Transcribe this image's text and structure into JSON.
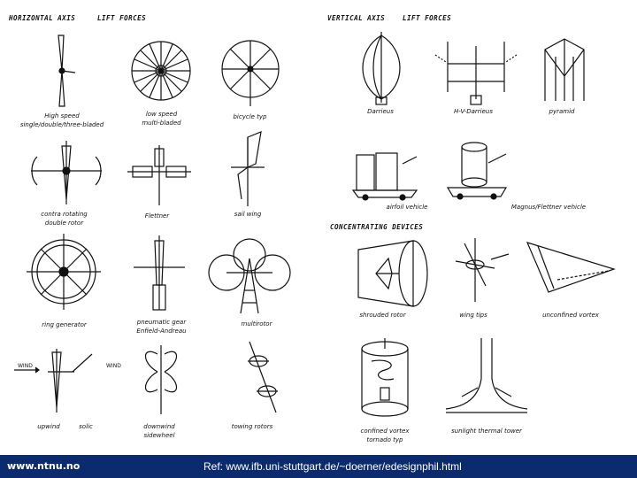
{
  "headers": {
    "horizontal_axis": "HORIZONTAL AXIS",
    "lift_forces_left": "LIFT FORCES",
    "vertical_axis": "VERTICAL AXIS",
    "lift_forces_right": "LIFT FORCES",
    "concentrating_devices": "CONCENTRATING DEVICES"
  },
  "captions": {
    "high_speed_1": "High speed",
    "high_speed_2": "single/double/three-bladed",
    "low_speed_1": "low speed",
    "low_speed_2": "multi-bladed",
    "bicycle": "bicycle typ",
    "darrieus": "Darrieus",
    "h_darrieus": "H-V-Darrieus",
    "pyramid": "pyramid",
    "contra_1": "contra rotating",
    "contra_2": "double rotor",
    "flettner": "Flettner",
    "sail_wing": "sail wing",
    "airfoil_vehicle": "airfoil vehicle",
    "magnus_vehicle": "Magnus/Flettner vehicle",
    "ring_generator": "ring generator",
    "pneumatic_1": "pneumatic gear",
    "pneumatic_2": "Enfield-Andreau",
    "multirotor": "multirotor",
    "shrouded_rotor": "shrouded rotor",
    "wing_tips": "wing tips",
    "unconfined_vortex": "unconfined vortex",
    "upwind": "upwind",
    "upwind_sub": "solic",
    "downwind_1": "downwind",
    "downwind_2": "sidewheel",
    "towing_rotors": "towing rotors",
    "confined_vortex_1": "confined vortex",
    "confined_vortex_2": "tornado typ",
    "sunlight_tower": "sunlight thermal tower",
    "wind_left": "WIND",
    "wind_right": "WIND"
  },
  "footer": {
    "site": "www.ntnu.no",
    "reference": "Ref: www.ifb.uni-stuttgart.de/~doerner/edesignphil.html"
  }
}
